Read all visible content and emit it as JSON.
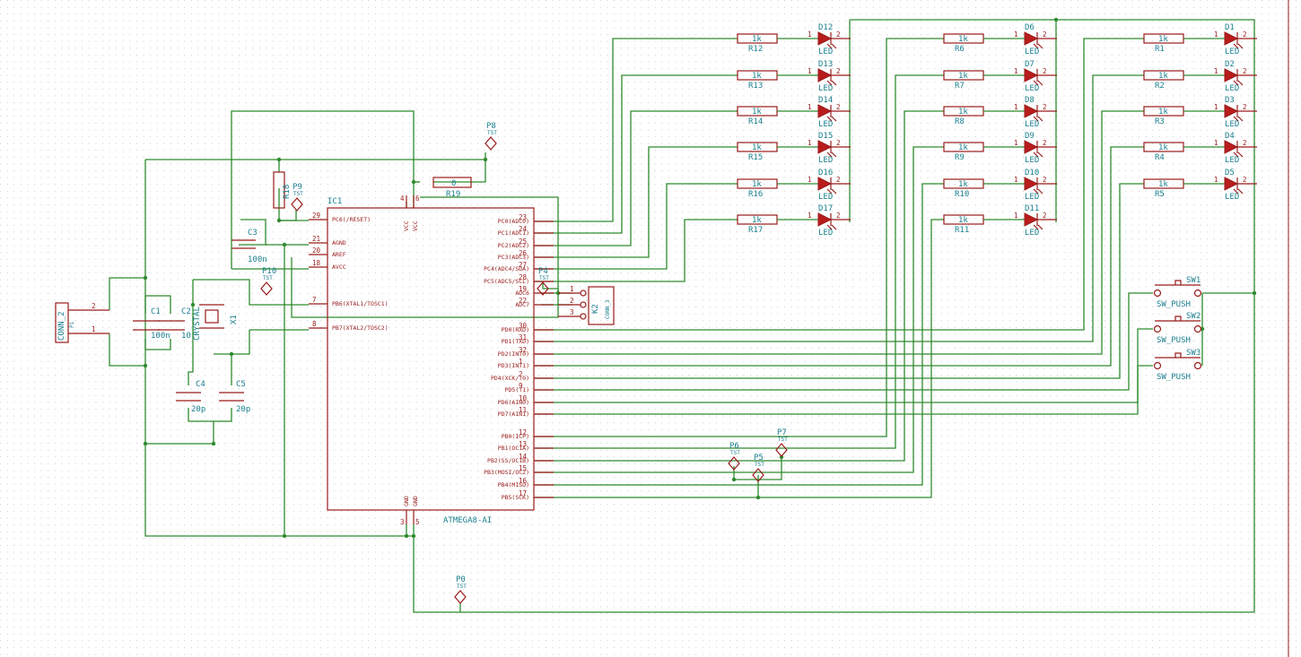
{
  "led_bank": {
    "chains": [
      {
        "r": "R12",
        "d": "D12"
      },
      {
        "r": "R13",
        "d": "D13"
      },
      {
        "r": "R14",
        "d": "D14"
      },
      {
        "r": "R15",
        "d": "D15"
      },
      {
        "r": "R16",
        "d": "D16"
      },
      {
        "r": "R17",
        "d": "D17"
      },
      {
        "r": "R6",
        "d": "D6"
      },
      {
        "r": "R7",
        "d": "D7"
      },
      {
        "r": "R8",
        "d": "D8"
      },
      {
        "r": "R9",
        "d": "D9"
      },
      {
        "r": "R10",
        "d": "D10"
      },
      {
        "r": "R11",
        "d": "D11"
      },
      {
        "r": "R1",
        "d": "D1"
      },
      {
        "r": "R2",
        "d": "D2"
      },
      {
        "r": "R3",
        "d": "D3"
      },
      {
        "r": "R4",
        "d": "D4"
      },
      {
        "r": "R5",
        "d": "D5"
      }
    ],
    "r_value": "1k",
    "led_value": "LED",
    "pin1": "1",
    "pin2": "2"
  },
  "mcu": {
    "ref": "IC1",
    "part": "ATMEGA8-AI",
    "left_pins": [
      {
        "num": "29",
        "name": "PC6(/RESET)"
      },
      {
        "num": "21",
        "name": "AGND"
      },
      {
        "num": "20",
        "name": "AREF"
      },
      {
        "num": "18",
        "name": "AVCC"
      },
      {
        "num": "7",
        "name": "PB6(XTAL1/TOSC1)"
      },
      {
        "num": "8",
        "name": "PB7(XTAL2/TOSC2)"
      }
    ],
    "right_pins": [
      {
        "num": "23",
        "name": "PC0(ADC0)"
      },
      {
        "num": "24",
        "name": "PC1(ADC1)"
      },
      {
        "num": "25",
        "name": "PC2(ADC2)"
      },
      {
        "num": "26",
        "name": "PC3(ADC3)"
      },
      {
        "num": "27",
        "name": "PC4(ADC4/SDA)"
      },
      {
        "num": "28",
        "name": "PC5(ADC5/SCL)"
      },
      {
        "num": "19",
        "name": "ADC6"
      },
      {
        "num": "22",
        "name": "ADC7"
      },
      {
        "num": "30",
        "name": "PD0(RXD)"
      },
      {
        "num": "31",
        "name": "PD1(TXD)"
      },
      {
        "num": "32",
        "name": "PD2(INT0)"
      },
      {
        "num": "1",
        "name": "PD3(INT1)"
      },
      {
        "num": "2",
        "name": "PD4(XCK/T0)"
      },
      {
        "num": "9",
        "name": "PD5(T1)"
      },
      {
        "num": "10",
        "name": "PD6(AIN0)"
      },
      {
        "num": "11",
        "name": "PD7(AIN1)"
      },
      {
        "num": "12",
        "name": "PB0(ICP)"
      },
      {
        "num": "13",
        "name": "PB1(OC1A)"
      },
      {
        "num": "14",
        "name": "PB2(SS/OC1B)"
      },
      {
        "num": "15",
        "name": "PB3(MOSI/OC2)"
      },
      {
        "num": "16",
        "name": "PB4(MISO)"
      },
      {
        "num": "17",
        "name": "PB5(SCK)"
      }
    ],
    "top_pins": [
      {
        "num": "4",
        "name": "VCC"
      },
      {
        "num": "6",
        "name": "VCC"
      }
    ],
    "bottom_pins": [
      {
        "num": "3",
        "name": "GND"
      },
      {
        "num": "5",
        "name": "GND"
      }
    ]
  },
  "parts": {
    "r18": "R18",
    "r19": "R19",
    "r19_value": "0",
    "c1": "C1",
    "c1_value": "100n",
    "c2": "C2",
    "c2_value": "10",
    "c3": "C3",
    "c3_value": "100n",
    "c4": "C4",
    "c4_value": "20p",
    "c5": "C5",
    "c5_value": "20p",
    "x1": "X1",
    "x1_value": "CRYSTAL",
    "p1": "P1",
    "p1_value": "CONN_2",
    "p1_pin2": "2",
    "p1_pin1": "1",
    "k2": "K2",
    "k2_value": "CONN_3",
    "k2_pins": [
      "1",
      "2",
      "3"
    ]
  },
  "switches": [
    {
      "ref": "SW1",
      "value": "SW_PUSH"
    },
    {
      "ref": "SW2",
      "value": "SW_PUSH"
    },
    {
      "ref": "SW3",
      "value": "SW_PUSH"
    }
  ],
  "testpoints": [
    {
      "ref": "P8",
      "sub": "TST"
    },
    {
      "ref": "P9",
      "sub": "TST"
    },
    {
      "ref": "P10",
      "sub": "TST"
    },
    {
      "ref": "P4",
      "sub": "TST"
    },
    {
      "ref": "P6",
      "sub": "TST"
    },
    {
      "ref": "P5",
      "sub": "TST"
    },
    {
      "ref": "P7",
      "sub": "TST"
    },
    {
      "ref": "P0",
      "sub": "TST"
    }
  ]
}
